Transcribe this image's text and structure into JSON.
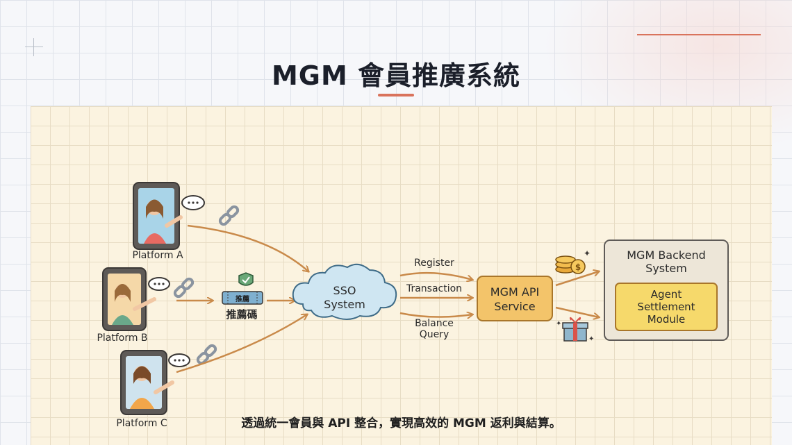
{
  "slide": {
    "title": "MGM 會員推廣系統"
  },
  "diagram": {
    "platforms": [
      {
        "label": "Platform A"
      },
      {
        "label": "Platform B"
      },
      {
        "label": "Platform C"
      }
    ],
    "referral_code_tag": "推薦",
    "referral_code_label": "推薦碼",
    "sso": {
      "line1": "SSO",
      "line2": "System"
    },
    "flows": [
      {
        "label": "Register"
      },
      {
        "label": "Transaction"
      },
      {
        "label_line1": "Balance",
        "label_line2": "Query"
      }
    ],
    "api": {
      "line1": "MGM API",
      "line2": "Service"
    },
    "backend": {
      "title_line1": "MGM Backend",
      "title_line2": "System",
      "module_line1": "Agent",
      "module_line2": "Settlement",
      "module_line3": "Module"
    },
    "caption": "透過統一會員與 API 整合，實現高效的 MGM 返利與結算。",
    "colors": {
      "accent": "#d9735c",
      "arrow": "#c98a4a",
      "api_box": "#f3c46a",
      "module_box": "#f6d96b",
      "cloud": "#cfe6f2"
    }
  }
}
